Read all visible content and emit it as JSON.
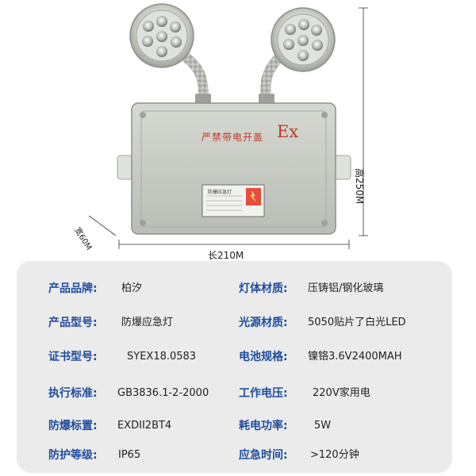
{
  "product_photo": {
    "box": {
      "warning_text": "严禁带电开盖",
      "ex_mark": "Ex",
      "plate_title": "防爆应急灯"
    },
    "dimensions": {
      "length": "长210M",
      "width": "宽60M",
      "height": "高250M"
    },
    "colors": {
      "housing": "#c9cdc6",
      "warning_red": "#c0392b"
    }
  },
  "specs": {
    "rows": [
      {
        "left_label": "产品品牌:",
        "left_value": "柏汐",
        "right_label": "灯体材质:",
        "right_value": "压铸铝/钢化玻璃"
      },
      {
        "left_label": "产品型号:",
        "left_value": "防爆应急灯",
        "right_label": "光源材质:",
        "right_value": "5050贴片了白光LED"
      },
      {
        "left_label": "证书型号:",
        "left_value": "SYEX18.0583",
        "right_label": "电池规格:",
        "right_value": "镍铬3.6V2400MAH"
      },
      {
        "left_label": "执行标准:",
        "left_value": "GB3836.1-2-2000",
        "right_label": "工作电压:",
        "right_value": "220V家用电"
      },
      {
        "left_label": "防爆标置:",
        "left_value": "EXDII2BT4",
        "right_label": "耗电功率:",
        "right_value": "5W"
      },
      {
        "left_label": "防护等级:",
        "left_value": "IP65",
        "right_label": "应急时间:",
        "right_value": ">120分钟"
      }
    ],
    "colors": {
      "label": "#1e4c9e",
      "panel_bg": "#ebebeb"
    }
  }
}
